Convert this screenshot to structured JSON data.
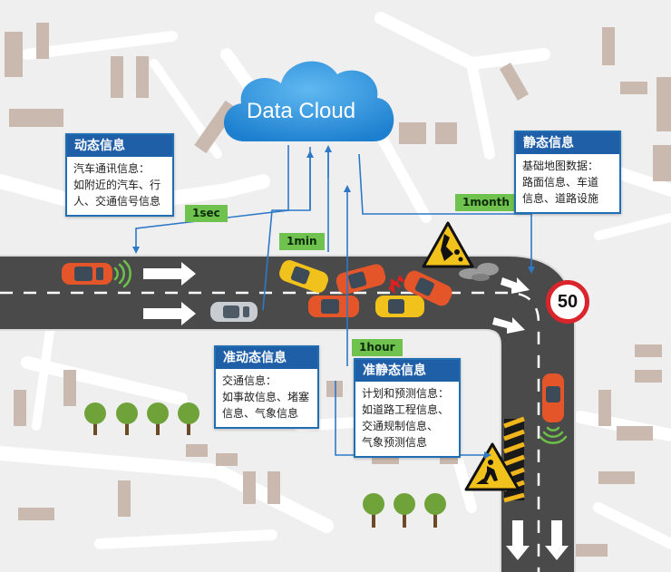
{
  "cloud": {
    "label": "Data Cloud"
  },
  "boxes": {
    "dynamic": {
      "title": "动态信息",
      "lines": [
        "汽车通讯信息：",
        "如附近的汽车、行",
        "人、交通信号信息"
      ]
    },
    "static": {
      "title": "静态信息",
      "lines": [
        "基础地图数据：",
        "路面信息、车道",
        "信息、道路设施"
      ]
    },
    "semi_dynamic": {
      "title": "准动态信息",
      "lines": [
        "交通信息：",
        "如事故信息、堵塞",
        "信息、气象信息"
      ]
    },
    "semi_static": {
      "title": "准静态信息",
      "lines": [
        "计划和预测信息：",
        "如道路工程信息、",
        "交通规制信息、",
        "气象预测信息"
      ]
    }
  },
  "intervals": {
    "sec": "1sec",
    "min": "1min",
    "hour": "1hour",
    "month": "1month"
  },
  "speed_limit": "50",
  "colors": {
    "accent_blue": "#1f5fa8",
    "tag_green": "#6fc24d",
    "road": "#4a4a4a",
    "cloud": "#2a8fd8"
  },
  "icons": [
    "cloud-icon",
    "warning-rockfall-icon",
    "roadwork-warning-icon",
    "speed-limit-sign",
    "tree-icon",
    "car-icon",
    "wireless-signal-icon"
  ]
}
